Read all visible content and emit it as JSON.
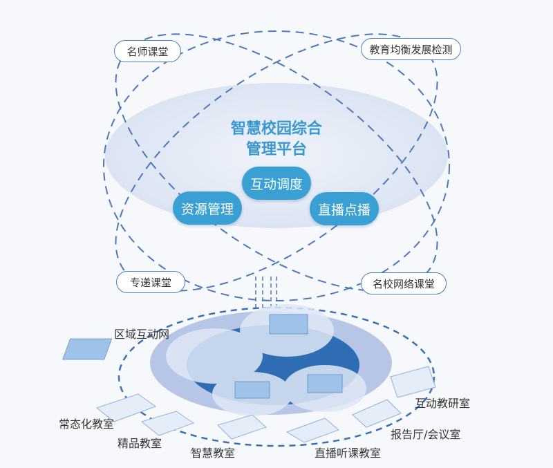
{
  "platform": {
    "title_line1": "智慧校园综合",
    "title_line2": "管理平台",
    "modules": [
      "互动调度",
      "资源管理",
      "直播点播"
    ]
  },
  "orbit_labels": [
    "名师课堂",
    "教育均衡发展检测",
    "专递课堂",
    "名校网络课堂"
  ],
  "network": {
    "title": "区域互动网",
    "rooms": [
      "互动教研室",
      "常态化教室",
      "报告厅/会议室",
      "精品教室",
      "智慧教室",
      "直播听课教室"
    ]
  },
  "colors": {
    "accent": "#3aa0d4",
    "dash": "#4a78b8",
    "core": "#2e6db4"
  }
}
